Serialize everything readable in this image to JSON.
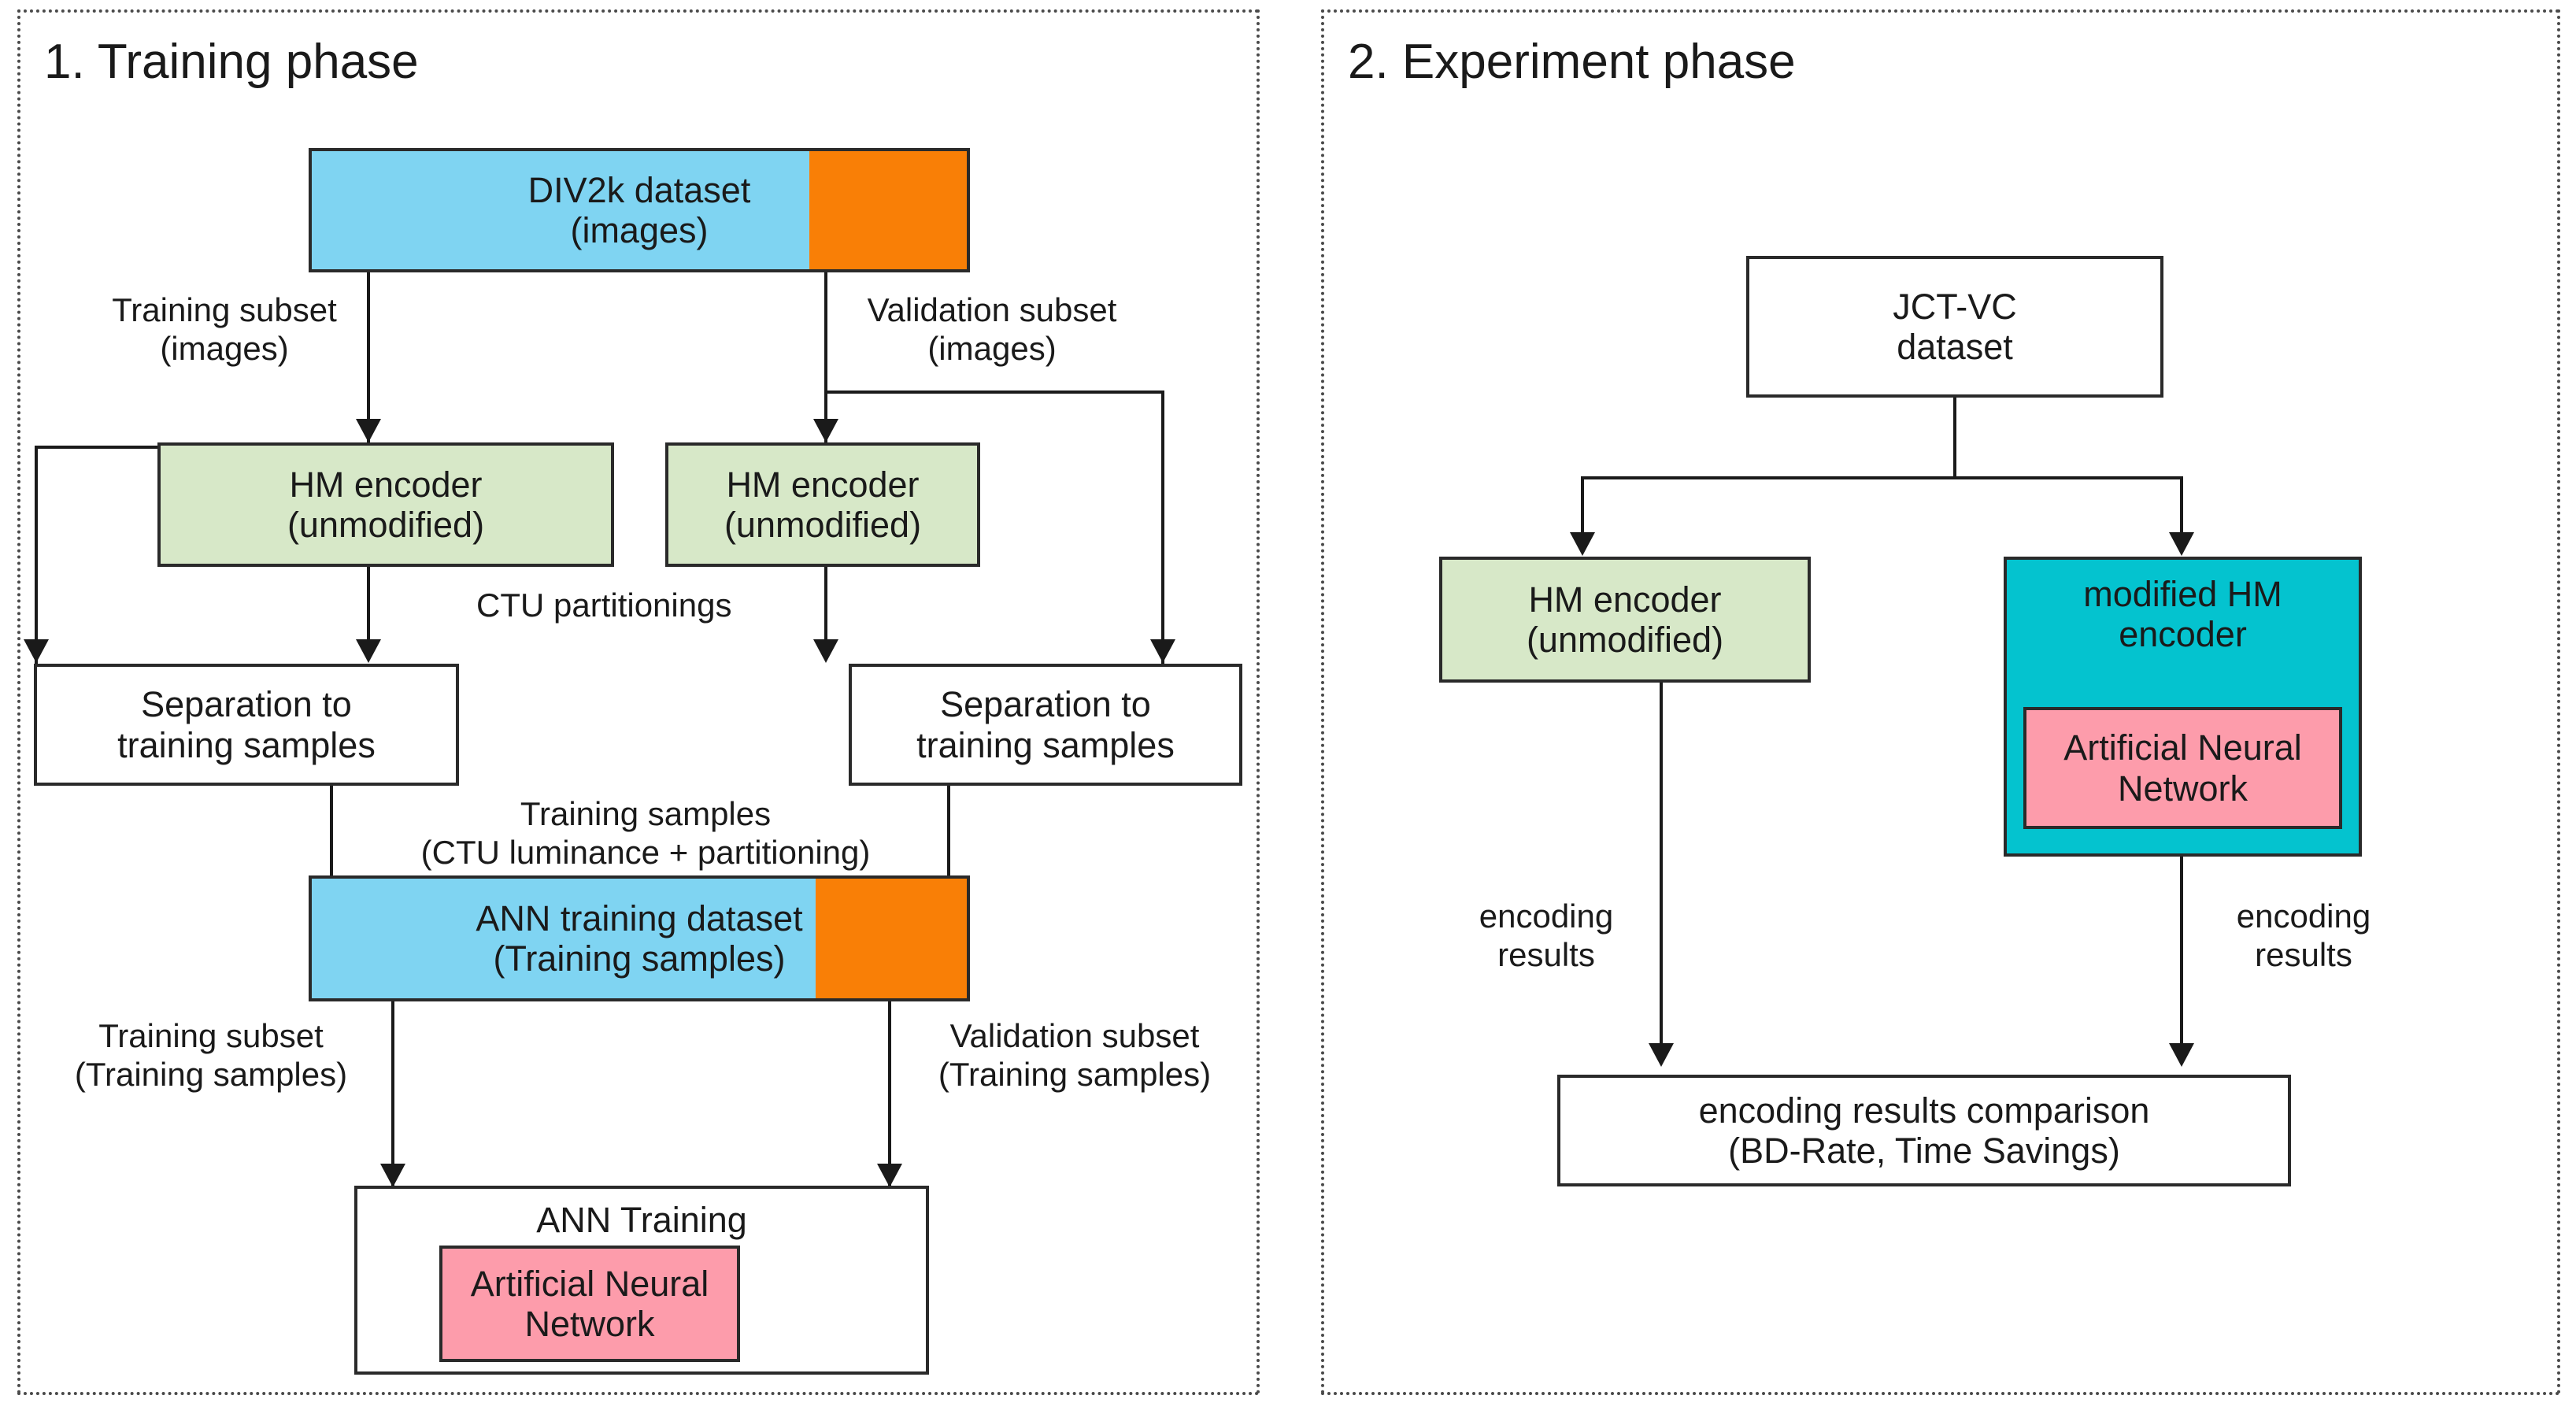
{
  "panels": {
    "left": {
      "title": "1. Training phase"
    },
    "right": {
      "title": "2. Experiment phase"
    }
  },
  "colors": {
    "blue": "#7fd4f2",
    "orange": "#f97f06",
    "green": "#d7e8c8",
    "pink": "#fd9cab",
    "cyan": "#04c3cf",
    "white": "#ffffff",
    "stroke": "#2a2a2a",
    "panel_border": "#4a4a4a"
  },
  "training_phase": {
    "dataset": {
      "line1": "DIV2k dataset",
      "line2": "(images)",
      "left_fill": "blue",
      "right_fill": "orange"
    },
    "hm_encoder_left": {
      "line1": "HM encoder",
      "line2": "(unmodified)"
    },
    "hm_encoder_right": {
      "line1": "HM encoder",
      "line2": "(unmodified)"
    },
    "separation_left": {
      "line1": "Separation to",
      "line2": "training samples"
    },
    "separation_right": {
      "line1": "Separation to",
      "line2": "training samples"
    },
    "ann_dataset": {
      "line1": "ANN training dataset",
      "line2": "(Training samples)",
      "left_fill": "blue",
      "right_fill": "orange"
    },
    "ann_training": {
      "title": "ANN Training"
    },
    "ann_inner": {
      "line1": "Artificial Neural",
      "line2": "Network"
    },
    "labels": {
      "training_subset_images": {
        "line1": "Training subset",
        "line2": "(images)"
      },
      "validation_subset_images": {
        "line1": "Validation subset",
        "line2": "(images)"
      },
      "ctu_partitionings": {
        "line1": "CTU partitionings"
      },
      "training_samples_detail": {
        "line1": "Training samples",
        "line2": "(CTU luminance + partitioning)"
      },
      "training_subset_samples": {
        "line1": "Training subset",
        "line2": "(Training samples)"
      },
      "validation_subset_samples": {
        "line1": "Validation subset",
        "line2": "(Training samples)"
      }
    }
  },
  "experiment_phase": {
    "jctvc": {
      "line1": "JCT-VC",
      "line2": "dataset"
    },
    "hm_encoder": {
      "line1": "HM encoder",
      "line2": "(unmodified)"
    },
    "modified_encoder": {
      "line1": "modified HM",
      "line2": "encoder"
    },
    "modified_inner": {
      "line1": "Artificial Neural",
      "line2": "Network"
    },
    "comparison": {
      "line1": "encoding results comparison",
      "line2": "(BD-Rate, Time Savings)"
    },
    "labels": {
      "encoding_results_left": {
        "line1": "encoding",
        "line2": "results"
      },
      "encoding_results_right": {
        "line1": "encoding",
        "line2": "results"
      }
    }
  }
}
